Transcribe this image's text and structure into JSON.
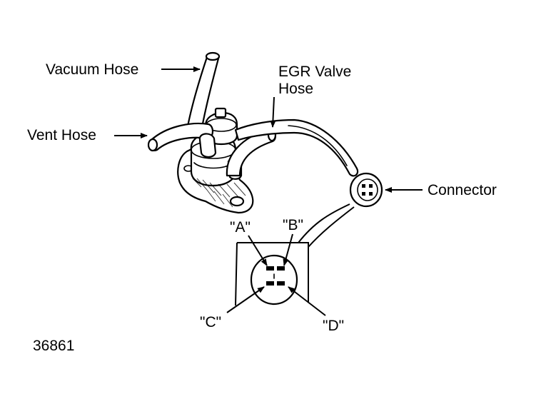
{
  "labels": {
    "vacuum_hose": "Vacuum Hose",
    "vent_hose": "Vent Hose",
    "egr_valve_hose_line1": "EGR Valve",
    "egr_valve_hose_line2": "Hose",
    "connector": "Connector",
    "terminal_a": "\"A\"",
    "terminal_b": "\"B\"",
    "terminal_c": "\"C\"",
    "terminal_d": "\"D\""
  },
  "figure_number": "36861"
}
